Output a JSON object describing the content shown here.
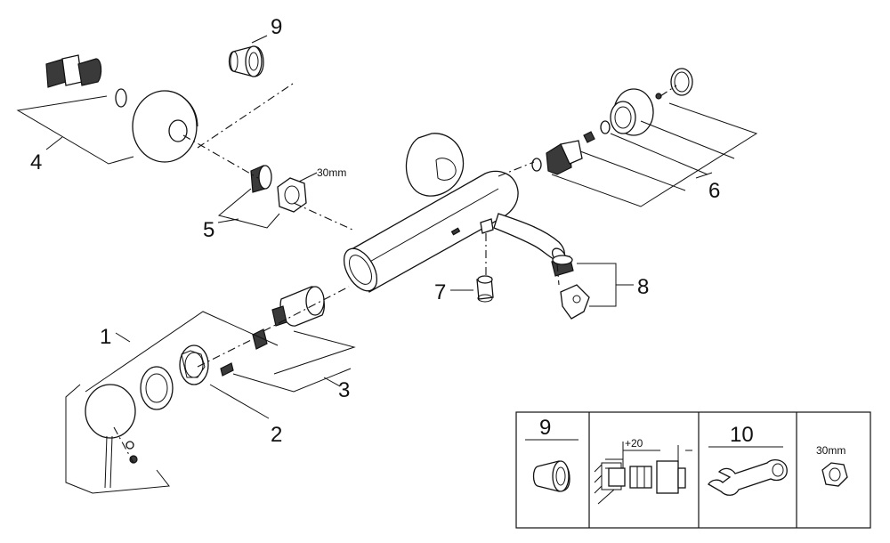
{
  "callouts": {
    "c1": "1",
    "c2": "2",
    "c3": "3",
    "c4": "4",
    "c5": "5",
    "c6": "6",
    "c7": "7",
    "c8": "8",
    "c9": "9"
  },
  "labels": {
    "wrench_size_main": "30mm",
    "extension_dim": "+20",
    "wrench_size_table": "30mm"
  },
  "accessory_table": {
    "col1_number": "9",
    "col3_number": "10"
  }
}
